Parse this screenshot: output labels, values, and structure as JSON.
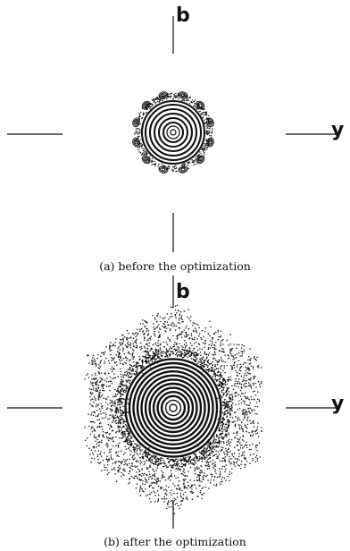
{
  "figure": {
    "panels": [
      {
        "id": "a",
        "caption": "(a) before the optimization",
        "vertical_axis_label": "b",
        "horizontal_axis_label": "y",
        "rings": 6,
        "islands": 12,
        "scatter": false
      },
      {
        "id": "b",
        "caption": "(b) after the optimization",
        "vertical_axis_label": "b",
        "horizontal_axis_label": "y",
        "rings": 12,
        "islands": 0,
        "scatter": true
      }
    ]
  },
  "chart_data": [
    {
      "type": "scatter",
      "title": "",
      "subtitle": "(a) before the optimization",
      "xlabel": "y",
      "ylabel": "b",
      "grid": false,
      "description_of_marks": "invariant tori (concentric rings) surrounded by a chain of islands"
    },
    {
      "type": "scatter",
      "title": "",
      "subtitle": "(b) after the optimization",
      "xlabel": "y",
      "ylabel": "b",
      "grid": false,
      "description_of_marks": "larger set of concentric invariant tori with a surrounding hexagonal chaotic scatter region"
    }
  ],
  "colors": {
    "ink": "#111111",
    "background": "#ffffff"
  }
}
